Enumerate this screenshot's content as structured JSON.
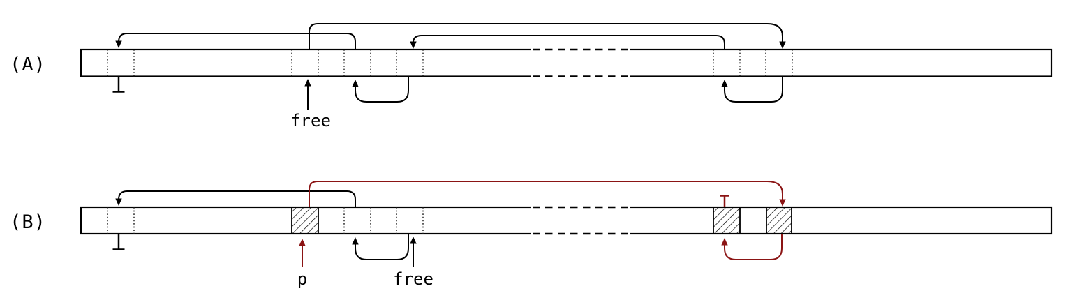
{
  "canvas": {
    "background": "#ffffff",
    "ink": "#000000",
    "accent": "#8b1414"
  },
  "panel_a": {
    "label": "(A)",
    "free_pointer_label": "free"
  },
  "panel_b": {
    "label": "(B)",
    "free_pointer_label": "free",
    "p_pointer_label": "p"
  }
}
